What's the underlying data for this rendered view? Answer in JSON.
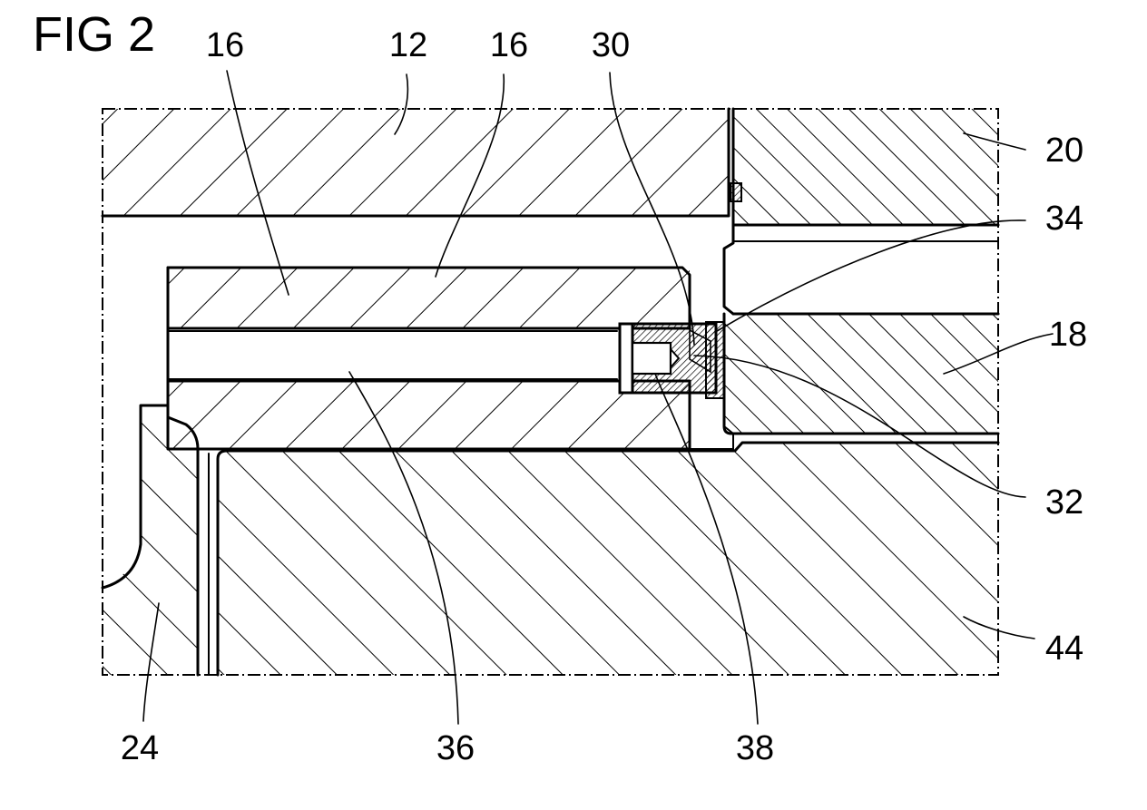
{
  "figure": {
    "title": "FIG 2",
    "labels": [
      {
        "id": "16a",
        "text": "16"
      },
      {
        "id": "12",
        "text": "12"
      },
      {
        "id": "16b",
        "text": "16"
      },
      {
        "id": "30",
        "text": "30"
      },
      {
        "id": "20",
        "text": "20"
      },
      {
        "id": "34",
        "text": "34"
      },
      {
        "id": "18",
        "text": "18"
      },
      {
        "id": "32",
        "text": "32"
      },
      {
        "id": "44",
        "text": "44"
      },
      {
        "id": "24",
        "text": "24"
      },
      {
        "id": "36",
        "text": "36"
      },
      {
        "id": "38",
        "text": "38"
      }
    ]
  },
  "colors": {
    "line": "#000000",
    "background": "#ffffff"
  }
}
